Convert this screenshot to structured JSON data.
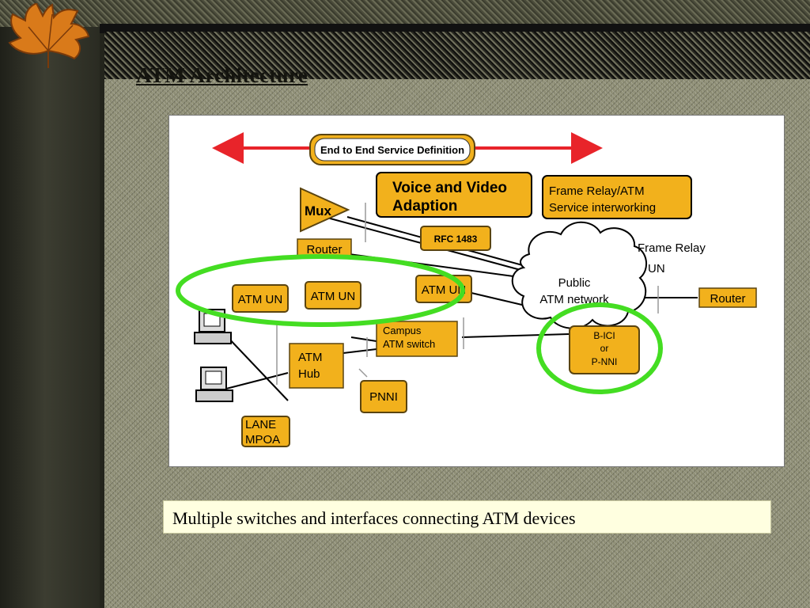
{
  "slide": {
    "title": "ATM Architecture",
    "caption": "Multiple switches and interfaces connecting ATM devices"
  },
  "diagram": {
    "end_to_end": "End to End Service Definition",
    "voice_video": [
      "Voice and Video",
      "Adaption"
    ],
    "frame_relay_interworking": [
      "Frame Relay/ATM",
      "Service interworking"
    ],
    "mux": "Mux",
    "rfc": "RFC 1483",
    "router_left": "Router",
    "atm_un_1": "ATM UN",
    "atm_un_2": "ATM UN",
    "atm_un_3": "ATM UN",
    "public_network": [
      "Public",
      "ATM network"
    ],
    "frame_relay_label": "Frame Relay",
    "un_label": "UN",
    "router_right": "Router",
    "campus_switch": [
      "Campus",
      "ATM switch"
    ],
    "atm_hub": [
      "ATM",
      "Hub"
    ],
    "bici": [
      "B-ICI",
      "or",
      "P-NNI"
    ],
    "pnni": "PNNI",
    "lane": [
      "LANE",
      "MPOA"
    ]
  },
  "colors": {
    "box_fill": "#f2b11c",
    "box_border": "#5a4410",
    "highlight": "#44dd22",
    "arrow": "#e8242a"
  },
  "icons": [
    "maple-leaf-icon",
    "computer-icon"
  ]
}
